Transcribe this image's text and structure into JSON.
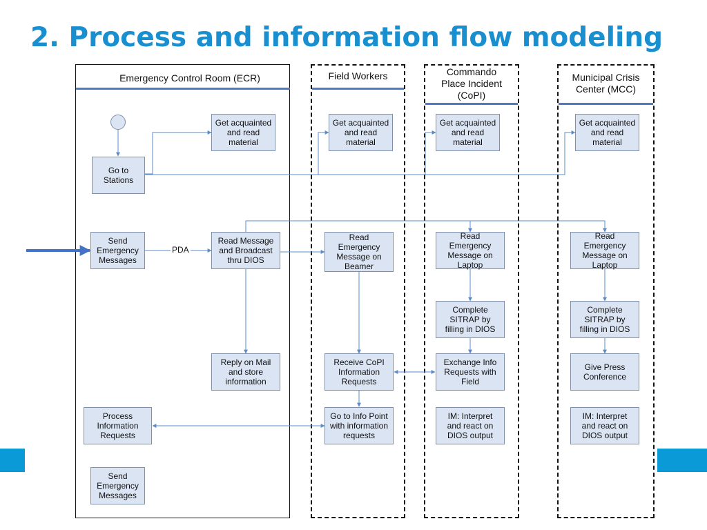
{
  "slide": {
    "title": "2. Process and information flow modeling"
  },
  "lanes": {
    "ecr": "Emergency Control Room (ECR)",
    "field": "Field Workers",
    "copi": "Commando\nPlace Incident\n(CoPI)",
    "mcc": "Municipal Crisis\nCenter (MCC)"
  },
  "boxes": {
    "ecr_go_stations": "Go to\nStations",
    "ecr_get_material": "Get acquainted\nand read\nmaterial",
    "ecr_send_msg": "Send\nEmergency\nMessages",
    "ecr_read_broadcast": "Read Message\nand Broadcast\nthru DIOS",
    "ecr_reply_mail": "Reply on Mail\nand store\ninformation",
    "ecr_process_info": "Process\nInformation\nRequests",
    "ecr_send_msg_2": "Send\nEmergency\nMessages",
    "field_get_material": "Get acquainted\nand read\nmaterial",
    "field_read_beamer": "Read\nEmergency\nMessage on\nBeamer",
    "field_receive_copi": "Receive CoPI\nInformation\nRequests",
    "field_info_point": "Go to Info Point\nwith information\nrequests",
    "copi_get_material": "Get acquainted\nand read\nmaterial",
    "copi_read_laptop": "Read\nEmergency\nMessage on\nLaptop",
    "copi_sitrap": "Complete\nSITRAP by\nfilling in DIOS",
    "copi_exchange": "Exchange Info\nRequests with\nField",
    "copi_im": "IM: Interpret\nand react on\nDIOS output",
    "mcc_get_material": "Get acquainted\nand read\nmaterial",
    "mcc_read_laptop": "Read\nEmergency\nMessage on\nLaptop",
    "mcc_sitrap": "Complete\nSITRAP by\nfilling in DIOS",
    "mcc_press": "Give Press\nConference",
    "mcc_im": "IM: Interpret\nand react on\nDIOS output"
  },
  "edge_labels": {
    "pda": "PDA"
  },
  "colors": {
    "title": "#1a8fd0",
    "accent_bar": "#0a9ad8",
    "lane_rule": "#4b79c2",
    "box_fill": "#dbe4f3",
    "box_border": "#7f8fa8",
    "connector": "#5b8bc9"
  }
}
